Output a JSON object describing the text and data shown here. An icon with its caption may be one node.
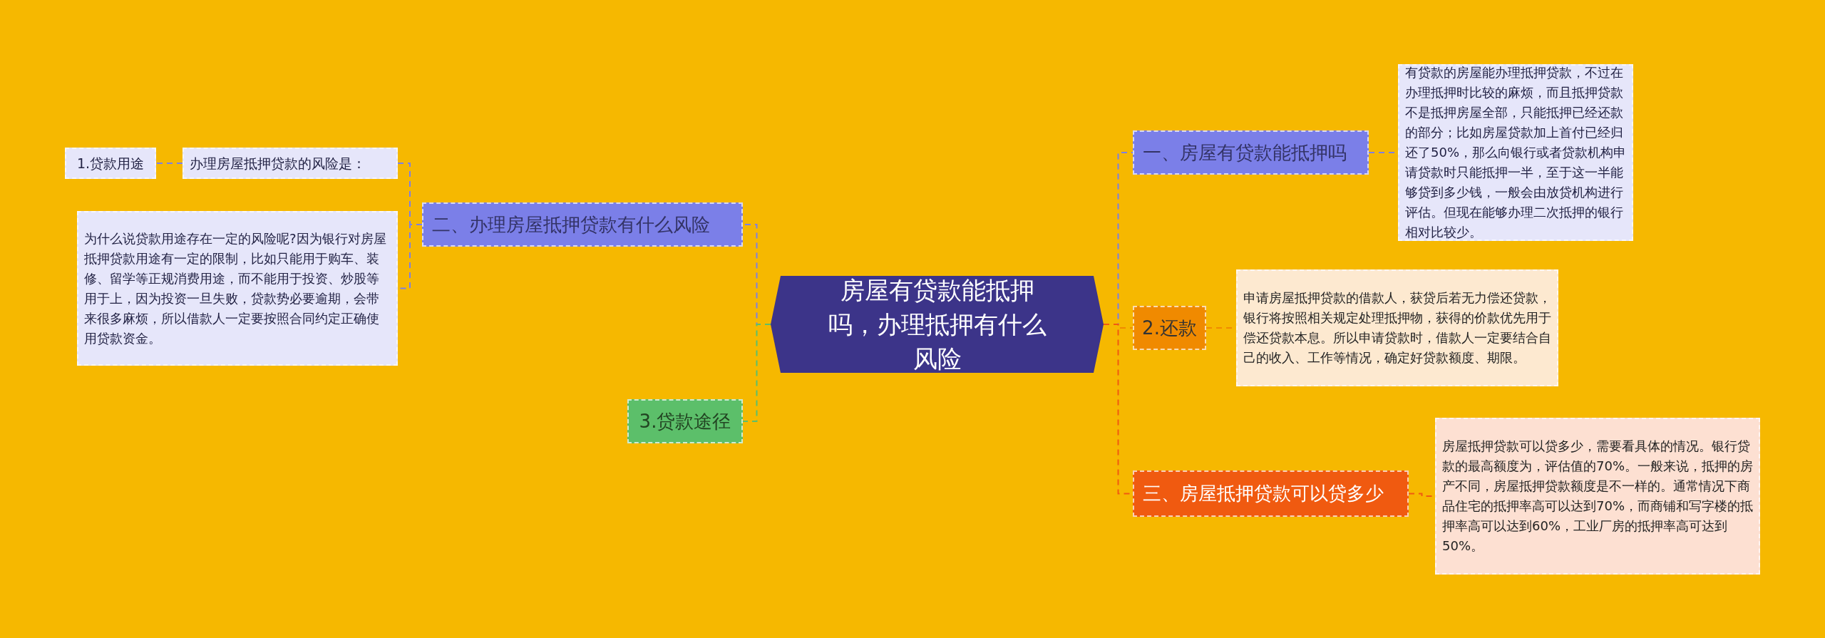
{
  "diagram": {
    "nodes": [
      {
        "text": [
          "房屋有贷款能抵押吗，办理抵押有什么风险"
        ]
      },
      {
        "text": [
          "一、房屋有贷款能抵押吗"
        ]
      },
      {
        "text": [
          "有贷款的房屋能办理抵押贷款，不过在办理抵押时比较的麻烦，而且抵押贷款不是抵押房屋全部，只能抵押已经还款的部分；比如房屋贷款加上首付已经归还了50%，那么向银行或者贷款机构申请贷款时只能抵押一半，至于这一半能够贷到多少钱，一般会由放贷机构进行评估。但现在能够办理二次抵押的银行相对比较少。"
        ]
      },
      {
        "text": [
          "2.还款"
        ]
      },
      {
        "text": [
          "申请房屋抵押贷款的借款人，获贷后若无力偿还贷款，银行将按照相关规定处理抵押物，获得的价款优先用于偿还贷款本息。所以申请贷款时，借款人一定要结合自己的收入、工作等情况，确定好贷款额度、期限。"
        ]
      },
      {
        "text": [
          "三、房屋抵押贷款可以贷多少"
        ]
      },
      {
        "text": [
          "房屋抵押贷款可以贷多少，需要看具体的情况。银行贷款的最高额度为，评估值的70%。一般来说，抵押的房产不同，房屋抵押贷款额度是不一样的。通常情况下商品住宅的抵押率高可以达到70%，而商铺和写字楼的抵押率高可以达到60%，工业厂房的抵押率高可达到50%。"
        ]
      },
      {
        "text": [
          "二、办理房屋抵押贷款有什么风险"
        ]
      },
      {
        "text": [
          "办理房屋抵押贷款的风险是："
        ]
      },
      {
        "text": [
          "1.贷款用途"
        ]
      },
      {
        "text": [
          "为什么说贷款用途存在一定的风险呢?因为银行对房屋抵押贷款用途有一定的限制，比如只能用于购车、装修、留学等正规消费用途，而不能用于投资、炒股等用于上，因为投资一旦失败，贷款势必要逾期，会带来很多麻烦，所以借款人一定要按照合同约定正确使用贷款资金。"
        ]
      },
      {
        "text": [
          "3.贷款途径"
        ]
      }
    ],
    "edges": [
      {
        "from": 0,
        "to": 1,
        "arrow": "none",
        "style": "dashed",
        "color": "#7b7fe8"
      },
      {
        "from": 1,
        "to": 2,
        "arrow": "none",
        "style": "dashed",
        "color": "#7b7fe8"
      },
      {
        "from": 0,
        "to": 3,
        "arrow": "none",
        "style": "dashed",
        "color": "#f08a00"
      },
      {
        "from": 3,
        "to": 4,
        "arrow": "none",
        "style": "dashed",
        "color": "#f08a00"
      },
      {
        "from": 0,
        "to": 5,
        "arrow": "none",
        "style": "dashed",
        "color": "#f05a10"
      },
      {
        "from": 5,
        "to": 6,
        "arrow": "none",
        "style": "dashed",
        "color": "#f05a10"
      },
      {
        "from": 0,
        "to": 7,
        "arrow": "none",
        "style": "dashed",
        "color": "#7b7fe8"
      },
      {
        "from": 7,
        "to": 8,
        "arrow": "none",
        "style": "dashed",
        "color": "#7b7fe8"
      },
      {
        "from": 8,
        "to": 9,
        "arrow": "none",
        "style": "dashed",
        "color": "#7b7fe8"
      },
      {
        "from": 7,
        "to": 10,
        "arrow": "none",
        "style": "dashed",
        "color": "#7b7fe8"
      },
      {
        "from": 0,
        "to": 11,
        "arrow": "none",
        "style": "dashed",
        "color": "#5cbf6a"
      }
    ]
  }
}
